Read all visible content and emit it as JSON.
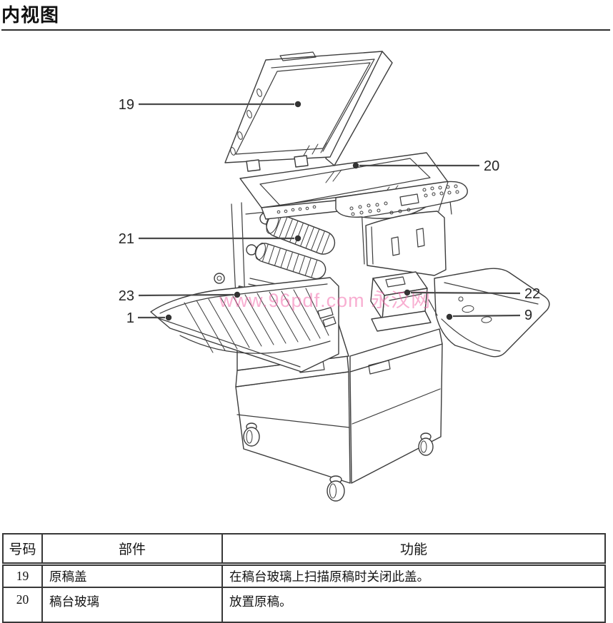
{
  "page": {
    "title": "内视图"
  },
  "watermark": {
    "text": "www.96pdf.com 永汉网"
  },
  "callouts": {
    "c19": "19",
    "c20": "20",
    "c21": "21",
    "c22": "22",
    "c23": "23",
    "c1": "1",
    "c9": "9"
  },
  "table": {
    "headers": {
      "num": "号码",
      "part": "部件",
      "func": "功能"
    },
    "rows": [
      {
        "num": "19",
        "part": "原稿盖",
        "func": "在稿台玻璃上扫描原稿时关闭此盖。"
      },
      {
        "num": "20",
        "part": "稿台玻璃",
        "func": "放置原稿。"
      }
    ]
  }
}
